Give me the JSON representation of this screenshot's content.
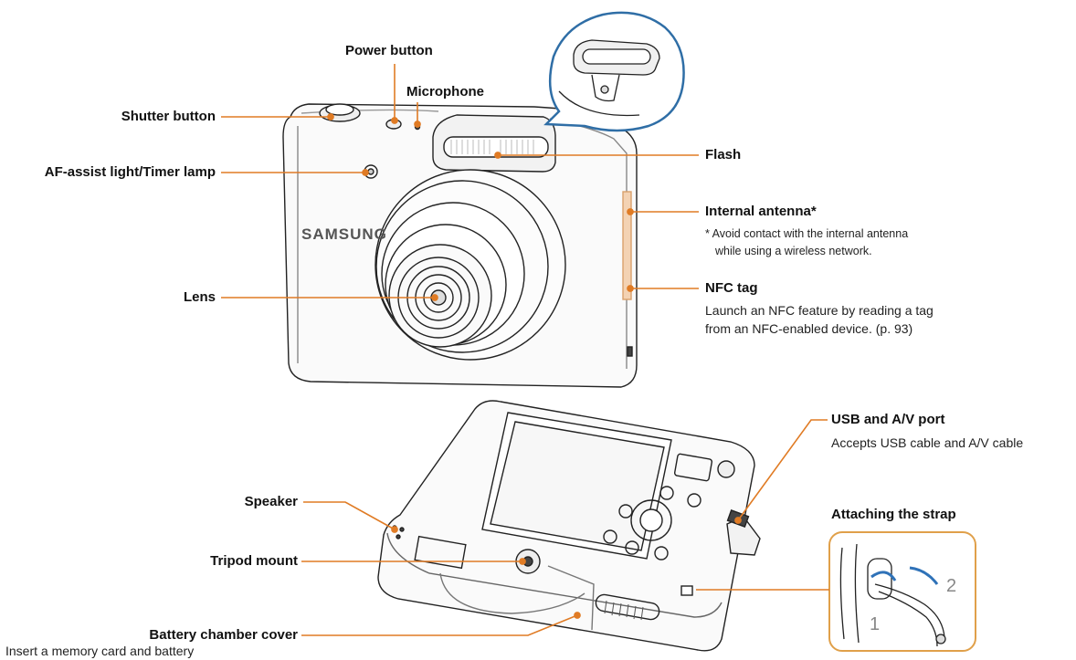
{
  "brand": "SAMSUNG",
  "accent_color": "#e07b24",
  "front_labels": {
    "power_button": "Power button",
    "microphone": "Microphone",
    "shutter_button": "Shutter button",
    "af_assist": "AF-assist light/Timer lamp",
    "lens": "Lens",
    "flash": "Flash",
    "internal_antenna": "Internal antenna*",
    "antenna_note_line1": "*  Avoid contact with the internal antenna",
    "antenna_note_line2": "while using a wireless network.",
    "nfc_tag": "NFC tag",
    "nfc_desc_line1": "Launch an NFC feature by reading a tag",
    "nfc_desc_line2": "from an NFC-enabled device. (p. 93)"
  },
  "bottom_labels": {
    "usb_port": "USB and A/V port",
    "usb_desc": "Accepts USB cable and A/V cable",
    "speaker": "Speaker",
    "tripod_mount": "Tripod mount",
    "battery_cover": "Battery chamber cover",
    "battery_desc": "Insert a memory card and battery",
    "strap_title": "Attaching the strap",
    "strap_step1": "1",
    "strap_step2": "2"
  }
}
